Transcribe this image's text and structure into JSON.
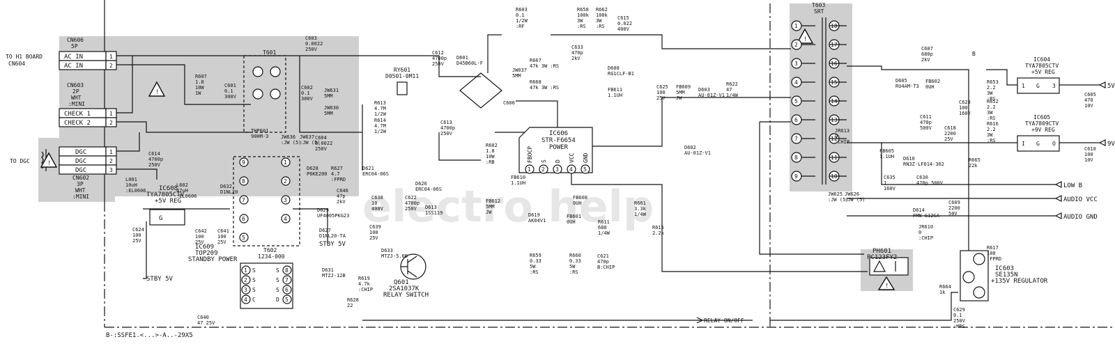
{
  "footer": {
    "ref": "B-:SSFE1.<...>-A..-29X5",
    "relay_net": "RELAY ON/OFF"
  },
  "watermark": "electro help",
  "connectors": {
    "to_h1": [
      "TO H1 BOARD",
      "CN604"
    ],
    "cn606": {
      "ref": "CN606",
      "spec": "5P",
      "pins": [
        "AC IN",
        "AC IN"
      ],
      "nums": [
        "1",
        "2"
      ]
    },
    "cn603": {
      "ref": "CN603",
      "spec": [
        "2P",
        "WHT",
        ":MINI"
      ],
      "pins": [
        "CHECK 1",
        "CHECK 2"
      ],
      "nums": [
        "1",
        "2"
      ]
    },
    "to_dgc": "TO DGC",
    "cn602": {
      "ref": "CN602",
      "spec": [
        "3P",
        "WHT",
        ":MINI"
      ],
      "pins": [
        "DGC",
        "DGC",
        "DGC"
      ],
      "nums": [
        "1",
        "2",
        "3"
      ]
    }
  },
  "ics": {
    "ic608": {
      "ref": "IC608",
      "part": "TYA7805CTV",
      "desc": "+5V REG",
      "pin_g": "G"
    },
    "ic609": {
      "ref": "IC609",
      "part": "TOP209",
      "desc": "STANDBY POWER",
      "left_pins": [
        "1",
        "2",
        "3",
        "4"
      ],
      "right_pins": [
        "8",
        "7",
        "6",
        "5"
      ],
      "l_letters": [
        "S",
        "S",
        "S",
        "C"
      ],
      "r_letters": [
        "S",
        "S",
        "S",
        "D"
      ]
    },
    "ic606": {
      "ref": "IC606",
      "part": "STR-F6654",
      "desc": "POWER",
      "pin_nums": [
        "1",
        "2",
        "3",
        "4",
        "5"
      ],
      "pin_names": [
        "FBOCP",
        "S",
        "D",
        "VCC",
        "GND"
      ]
    },
    "ic604": {
      "ref": "IC604",
      "part": "TYA7805CTV",
      "desc": "+5V REG",
      "pins": [
        "1",
        "G",
        "3"
      ]
    },
    "ic605": {
      "ref": "IC605",
      "part": "TYA7809CTV",
      "desc": "+9V REG",
      "pins": [
        "I",
        "G",
        "O"
      ]
    },
    "ic603": {
      "ref": "IC603",
      "part": "SE135N",
      "desc": "+135V REGULATOR"
    }
  },
  "transformers": {
    "t601": {
      "ref": "T601"
    },
    "t602": {
      "ref": "T602",
      "part": "1234-000",
      "pins_l": [
        "9",
        "8",
        "7",
        "6",
        "5"
      ],
      "pins_r": [
        "1",
        "2",
        "3",
        "4"
      ]
    },
    "t603": {
      "ref": "T603",
      "part": "SRT",
      "pins_l": [
        "1",
        "2",
        "3",
        "4",
        "5",
        "6",
        "7",
        "8",
        "9"
      ],
      "pins_r": [
        "18",
        "17",
        "16",
        "15",
        "14",
        "13",
        "12",
        "11",
        "10"
      ]
    }
  },
  "photo": {
    "ref": "PH601",
    "part": "PC123FY2"
  },
  "relay": {
    "ref": "RY601",
    "part": "D0501-0M11"
  },
  "transistor": {
    "ref": "Q601",
    "part": "2SA1037K",
    "desc": "RELAY SWITCH"
  },
  "rail_labels": {
    "stby_5v_in": "STBY 5V",
    "stby_5v_out": "STBY 5V",
    "b_plus": "B"
  },
  "components": [
    {
      "id": "r607",
      "lines": [
        "R607",
        "1.8",
        "10W",
        "1W"
      ]
    },
    {
      "id": "c601",
      "lines": [
        "C601",
        "0.1",
        "300V"
      ]
    },
    {
      "id": "c603",
      "lines": [
        "C603",
        "0.0022",
        "250V"
      ]
    },
    {
      "id": "c602",
      "lines": [
        "C602",
        "0.1",
        "300V"
      ]
    },
    {
      "id": "jw631",
      "lines": [
        "JW631",
        "5MM"
      ]
    },
    {
      "id": "jw630",
      "lines": [
        "JW630",
        "5MM"
      ]
    },
    {
      "id": "thp601",
      "lines": [
        "THP601",
        "90HM-3"
      ]
    },
    {
      "id": "jw636",
      "lines": [
        "JW636",
        ":JW (5)"
      ]
    },
    {
      "id": "jw637",
      "lines": [
        "JW637",
        ":JW (5)"
      ]
    },
    {
      "id": "c604",
      "lines": [
        "C604",
        "0.0022",
        "250V"
      ]
    },
    {
      "id": "c614",
      "lines": [
        "C614",
        "4700p",
        "250V"
      ]
    },
    {
      "id": "r613",
      "lines": [
        "R613",
        "4.7M",
        "1/2W"
      ]
    },
    {
      "id": "r614",
      "lines": [
        "R614",
        "4.7M",
        "1/2W"
      ]
    },
    {
      "id": "c612",
      "lines": [
        "C612",
        "4700p",
        "250V"
      ]
    },
    {
      "id": "c613",
      "lines": [
        "C613",
        "4700p",
        "250V"
      ]
    },
    {
      "id": "d601",
      "lines": [
        "D601",
        "D45B60L-F"
      ]
    },
    {
      "id": "c606",
      "lines": [
        "C606"
      ]
    },
    {
      "id": "r603",
      "lines": [
        "R603",
        "0.1",
        "1/2W",
        ":RF"
      ]
    },
    {
      "id": "jw037",
      "lines": [
        "JW037",
        "5MM"
      ]
    },
    {
      "id": "r667",
      "lines": [
        "R667",
        "47k 3W :RS"
      ]
    },
    {
      "id": "r668",
      "lines": [
        "R668",
        "47k 3W :RS"
      ]
    },
    {
      "id": "r658",
      "lines": [
        "R658",
        "100k",
        "3W",
        ":RS"
      ]
    },
    {
      "id": "r662",
      "lines": [
        "R662",
        "100k",
        "3W",
        ":RS"
      ]
    },
    {
      "id": "c615",
      "lines": [
        "C615",
        "0.022",
        "400V"
      ]
    },
    {
      "id": "c633",
      "lines": [
        "C633",
        "470p",
        "2kV"
      ]
    },
    {
      "id": "d608",
      "lines": [
        "D608",
        "RG1CLF-B1"
      ]
    },
    {
      "id": "fb611",
      "lines": [
        "FB611",
        "1.1UH"
      ]
    },
    {
      "id": "c625",
      "lines": [
        "C625",
        "100",
        "25V"
      ]
    },
    {
      "id": "fb609",
      "lines": [
        "FB609",
        "5MM",
        "JW"
      ]
    },
    {
      "id": "d603",
      "lines": [
        "D603",
        "AU-01Z-V1"
      ]
    },
    {
      "id": "r622",
      "lines": [
        "R622",
        "47",
        "1/4W"
      ]
    },
    {
      "id": "d602",
      "lines": [
        "D602",
        "AU-01Z-V1"
      ]
    },
    {
      "id": "r602",
      "lines": [
        "R602",
        "1.8",
        "10W",
        ":RB"
      ]
    },
    {
      "id": "fb610",
      "lines": [
        "FB610",
        "1.1UH"
      ]
    },
    {
      "id": "d619",
      "lines": [
        "D619",
        "AK04V1"
      ]
    },
    {
      "id": "fb608",
      "lines": [
        "FB608",
        "0UH"
      ]
    },
    {
      "id": "fb601",
      "lines": [
        "FB601",
        "0UH"
      ]
    },
    {
      "id": "fb612",
      "lines": [
        "FB612",
        "5MM",
        "JW"
      ]
    },
    {
      "id": "r661",
      "lines": [
        "R661",
        "3.3k",
        "1/4W"
      ]
    },
    {
      "id": "r611",
      "lines": [
        "R611",
        "680",
        "1/4W"
      ]
    },
    {
      "id": "r615",
      "lines": [
        "R615",
        "2.2k"
      ]
    },
    {
      "id": "r659",
      "lines": [
        "R659",
        "0.33",
        "5W",
        ":RS"
      ]
    },
    {
      "id": "r660",
      "lines": [
        "R660",
        "0.33",
        "5W",
        ":RS"
      ]
    },
    {
      "id": "c621",
      "lines": [
        "C621",
        "470p",
        "B:CHIP"
      ]
    },
    {
      "id": "d628",
      "lines": [
        "D628",
        "P6KE200"
      ]
    },
    {
      "id": "r627",
      "lines": [
        "R627",
        "4.7",
        ":FPRD"
      ]
    },
    {
      "id": "d621",
      "lines": [
        "D621",
        "ERC04-06S"
      ]
    },
    {
      "id": "d626",
      "lines": [
        "D626",
        "ERC04-06S"
      ]
    },
    {
      "id": "c646",
      "lines": [
        "C646",
        "47p",
        "2kV"
      ]
    },
    {
      "id": "d629",
      "lines": [
        "D629",
        "UF4005PKG23"
      ]
    },
    {
      "id": "c638",
      "lines": [
        "C638",
        "10",
        "400V"
      ]
    },
    {
      "id": "c622",
      "lines": [
        "C622",
        "4700p",
        "250V"
      ]
    },
    {
      "id": "d613",
      "lines": [
        "D613",
        "1SS119"
      ]
    },
    {
      "id": "d627",
      "lines": [
        "D627",
        "D1NL20-TA"
      ]
    },
    {
      "id": "c639",
      "lines": [
        "C639",
        "100",
        "25V"
      ]
    },
    {
      "id": "d633",
      "lines": [
        "D633",
        "MTZJ-5.6B"
      ]
    },
    {
      "id": "d631",
      "lines": [
        "D631",
        "MTZJ-12B"
      ]
    },
    {
      "id": "r619",
      "lines": [
        "R619",
        "4.7k",
        ":CHIP"
      ]
    },
    {
      "id": "r628",
      "lines": [
        "R628",
        "22"
      ]
    },
    {
      "id": "l001",
      "lines": [
        "L001",
        "10uH",
        ":EL0606"
      ]
    },
    {
      "id": "l602",
      "lines": [
        "L602",
        "47uH",
        ":EL0606"
      ]
    },
    {
      "id": "d632",
      "lines": [
        "D632",
        "D1NL20"
      ]
    },
    {
      "id": "c624",
      "lines": [
        "C624",
        "100",
        "25V"
      ]
    },
    {
      "id": "c642",
      "lines": [
        "C642",
        "100",
        "25V"
      ]
    },
    {
      "id": "c641",
      "lines": [
        "C641",
        "100",
        "25V"
      ]
    },
    {
      "id": "c640",
      "lines": [
        "C640",
        "47 25V"
      ]
    },
    {
      "id": "c607",
      "lines": [
        "C607",
        "680p",
        "2kV"
      ]
    },
    {
      "id": "d605",
      "lines": [
        "D605",
        "RU4AM-T3"
      ]
    },
    {
      "id": "fb602",
      "lines": [
        "FB602",
        "0UH"
      ]
    },
    {
      "id": "c628",
      "lines": [
        "C628",
        "100",
        "160V"
      ]
    },
    {
      "id": "r653",
      "lines": [
        "R653",
        "2.2",
        "3W",
        ":RS"
      ]
    },
    {
      "id": "r652",
      "lines": [
        "R652",
        "2.2",
        "3W",
        ":RS"
      ]
    },
    {
      "id": "r616",
      "lines": [
        "R616",
        "2.2",
        "3W",
        ":RS"
      ]
    },
    {
      "id": "c605",
      "lines": [
        "C605",
        "470",
        "10V"
      ]
    },
    {
      "id": "c610",
      "lines": [
        "C610",
        "100",
        "10V"
      ]
    },
    {
      "id": "fb605",
      "lines": [
        "FB605",
        "1.1UH"
      ]
    },
    {
      "id": "c611",
      "lines": [
        "C611",
        "470p",
        "500V"
      ]
    },
    {
      "id": "c618",
      "lines": [
        "C618",
        "2200",
        "25V"
      ]
    },
    {
      "id": "d610",
      "lines": [
        "D610",
        "RN3Z-LF014-302"
      ]
    },
    {
      "id": "r665",
      "lines": [
        "R665",
        "22k"
      ]
    },
    {
      "id": "jr613",
      "lines": [
        "JR613",
        "0",
        ":CHIP"
      ]
    },
    {
      "id": "c635",
      "lines": [
        "C635",
        "1",
        "160V"
      ]
    },
    {
      "id": "c630",
      "lines": [
        "C630",
        "470p 500V"
      ]
    },
    {
      "id": "d614",
      "lines": [
        "D614",
        "FMN-G12SA"
      ]
    },
    {
      "id": "c609",
      "lines": [
        "C609",
        "2200",
        "50V"
      ]
    },
    {
      "id": "jr610",
      "lines": [
        "JR610",
        "0",
        ":CHIP"
      ]
    },
    {
      "id": "jw625",
      "lines": [
        "JW625",
        ":JW (5)"
      ]
    },
    {
      "id": "jw626",
      "lines": [
        "JW626",
        ":JW (5)"
      ]
    },
    {
      "id": "r617",
      "lines": [
        "R617",
        "100",
        ":FPRD"
      ]
    },
    {
      "id": "r664",
      "lines": [
        "R664",
        "1k"
      ]
    },
    {
      "id": "c629",
      "lines": [
        "C629",
        "0.1",
        "250V",
        ":MPS"
      ]
    }
  ],
  "outputs": [
    "5V",
    "9V",
    "LOW B",
    "AUDIO VCC",
    "AUDIO GND"
  ]
}
